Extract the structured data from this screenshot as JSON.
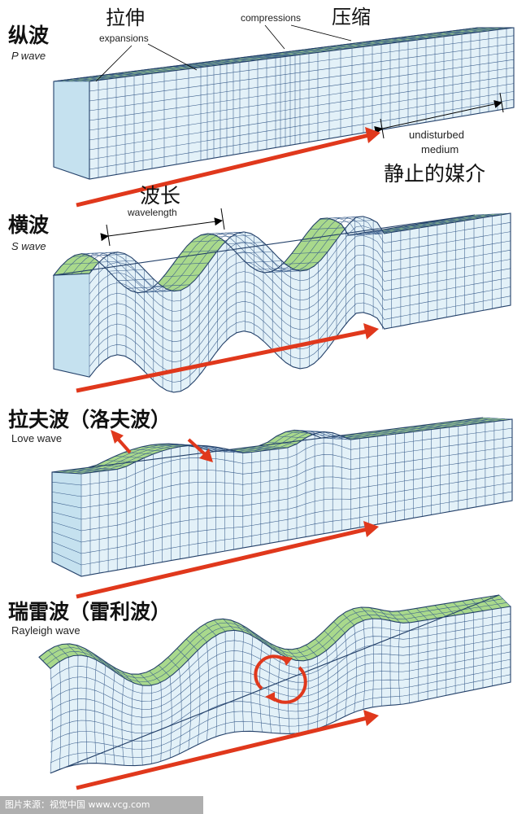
{
  "p_wave": {
    "title_cn": "纵波",
    "title_en": "P wave",
    "expansions_cn": "拉伸",
    "expansions_en": "expansions",
    "compressions_en": "compressions",
    "compressions_cn": "压缩",
    "undisturbed_en_1": "undisturbed",
    "undisturbed_en_2": "medium",
    "undisturbed_cn": "静止的媒介"
  },
  "s_wave": {
    "title_cn": "横波",
    "title_en": "S wave",
    "wavelength_cn": "波长",
    "wavelength_en": "wavelength"
  },
  "love_wave": {
    "title_cn": "拉夫波（洛夫波）",
    "title_en": "Love wave"
  },
  "rayleigh_wave": {
    "title_cn": "瑞雷波（雷利波）",
    "title_en": "Rayleigh wave"
  },
  "watermark": "图片来源：视觉中国 www.vcg.com",
  "colors": {
    "top_face": "#a9d98c",
    "front_face": "#e3f1f8",
    "side_face": "#c5e1ef",
    "grid": "#3b5e8c",
    "arrow": "#e0381c"
  }
}
